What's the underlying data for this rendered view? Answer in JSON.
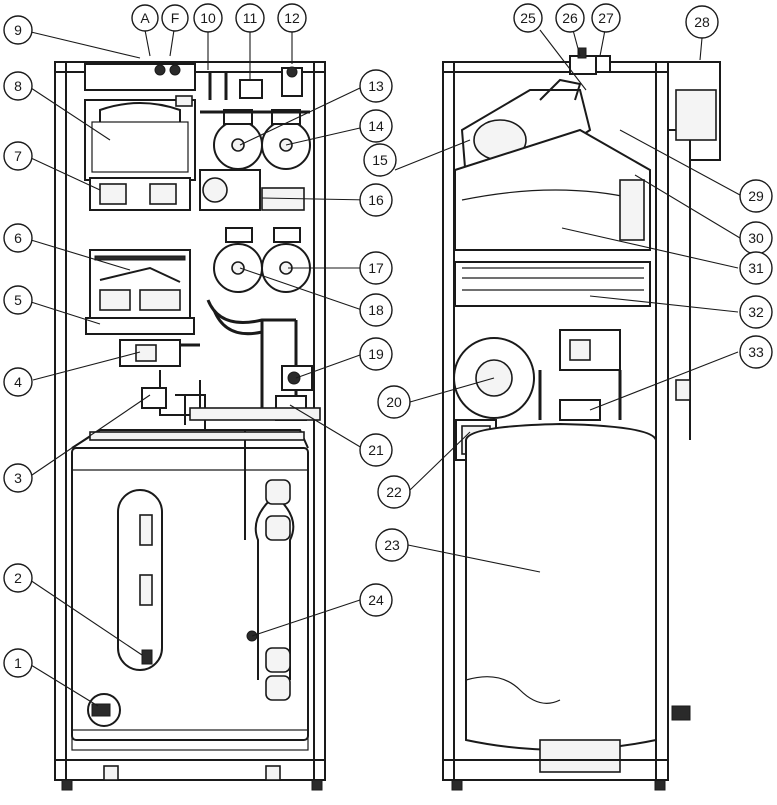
{
  "callouts": [
    {
      "id": "c1",
      "label": "1"
    },
    {
      "id": "c2",
      "label": "2"
    },
    {
      "id": "c3",
      "label": "3"
    },
    {
      "id": "c4",
      "label": "4"
    },
    {
      "id": "c5",
      "label": "5"
    },
    {
      "id": "c6",
      "label": "6"
    },
    {
      "id": "c7",
      "label": "7"
    },
    {
      "id": "c8",
      "label": "8"
    },
    {
      "id": "c9",
      "label": "9"
    },
    {
      "id": "cA",
      "label": "A"
    },
    {
      "id": "cF",
      "label": "F"
    },
    {
      "id": "c10",
      "label": "10"
    },
    {
      "id": "c11",
      "label": "11"
    },
    {
      "id": "c12",
      "label": "12"
    },
    {
      "id": "c13",
      "label": "13"
    },
    {
      "id": "c14",
      "label": "14"
    },
    {
      "id": "c15",
      "label": "15"
    },
    {
      "id": "c16",
      "label": "16"
    },
    {
      "id": "c17",
      "label": "17"
    },
    {
      "id": "c18",
      "label": "18"
    },
    {
      "id": "c19",
      "label": "19"
    },
    {
      "id": "c20",
      "label": "20"
    },
    {
      "id": "c21",
      "label": "21"
    },
    {
      "id": "c22",
      "label": "22"
    },
    {
      "id": "c23",
      "label": "23"
    },
    {
      "id": "c24",
      "label": "24"
    },
    {
      "id": "c25",
      "label": "25"
    },
    {
      "id": "c26",
      "label": "26"
    },
    {
      "id": "c27",
      "label": "27"
    },
    {
      "id": "c28",
      "label": "28"
    },
    {
      "id": "c29",
      "label": "29"
    },
    {
      "id": "c30",
      "label": "30"
    },
    {
      "id": "c31",
      "label": "31"
    },
    {
      "id": "c32",
      "label": "32"
    },
    {
      "id": "c33",
      "label": "33"
    }
  ]
}
